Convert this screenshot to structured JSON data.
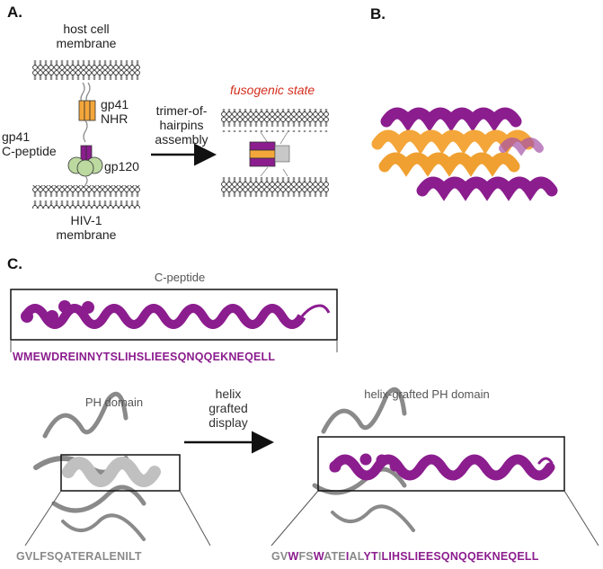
{
  "panels": {
    "a": "A.",
    "b": "B.",
    "c": "C."
  },
  "panel_a": {
    "host_membrane": "host cell\nmembrane",
    "hiv_membrane": "HIV-1\nmembrane",
    "gp41_nhr": "gp41\nNHR",
    "gp41_cpep": "gp41\nC-peptide",
    "gp120": "gp120",
    "arrow_label": "trimer-of-\nhairpins\nassembly",
    "fusogenic": "fusogenic state"
  },
  "panel_c": {
    "cpeptide_title": "C-peptide",
    "cpeptide_seq": "WMEWDREINNYTSLIHSLIEESQNQQEKNEQELL",
    "ph_title": "PH domain",
    "ph_seq": "GVLFSQATERALENILT",
    "arrow_label": "helix\ngrafted\ndisplay",
    "grafted_title": "helix-grafted PH domain",
    "grafted_seq": [
      {
        "t": "GV",
        "c": "grey"
      },
      {
        "t": "W",
        "c": "purple"
      },
      {
        "t": "FS",
        "c": "grey"
      },
      {
        "t": "W",
        "c": "purple"
      },
      {
        "t": "ATE",
        "c": "grey"
      },
      {
        "t": "I",
        "c": "purple"
      },
      {
        "t": "AL",
        "c": "grey"
      },
      {
        "t": "YT",
        "c": "purple"
      },
      {
        "t": "I",
        "c": "grey"
      },
      {
        "t": "LIHSLIEESQNQQEKNEQELL",
        "c": "purple"
      }
    ]
  },
  "colors": {
    "purple": "#8b1d8e",
    "orange": "#f4a63a",
    "grey": "#9a9a9a",
    "green": "#bcd9a0",
    "red": "#d32f1e"
  }
}
